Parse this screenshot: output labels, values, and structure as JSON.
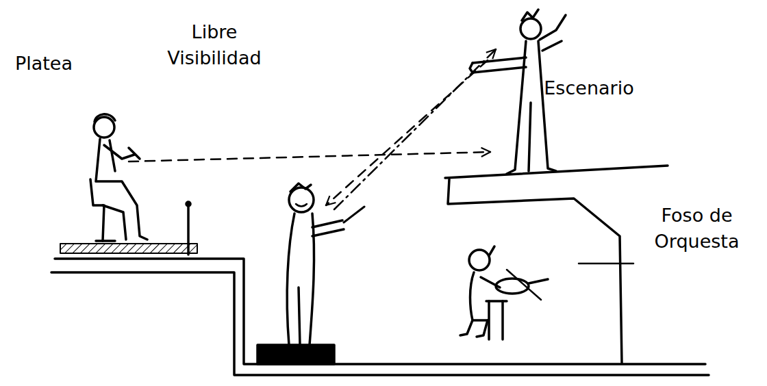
{
  "diagram": {
    "labels": [
      "Libre Visibilidad",
      "Platea",
      "Escenario",
      "Foso de Orquesta"
    ]
  }
}
